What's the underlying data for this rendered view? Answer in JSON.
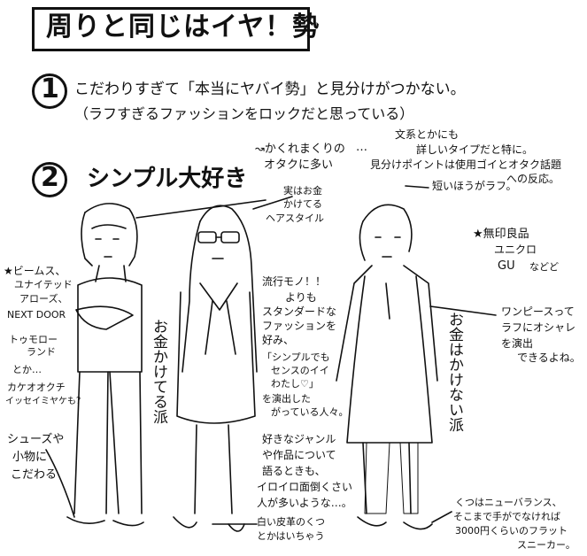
{
  "title": "周りと同じはイヤ！勢",
  "sections": [
    {
      "number": "1",
      "line1": "こだわりすぎて「本当にヤバイ勢」と見分けがつかない。",
      "line2": "（ラフすぎるファッションをロックだと思っている）"
    },
    {
      "number": "2",
      "heading": "シンプル大好き"
    }
  ],
  "notes": {
    "otaku_line1": "↝かくれまくりの",
    "otaku_line2": "オタクに多い",
    "otaku_ellipsis": "…",
    "bunkei_line1": "文系とかにも",
    "bunkei_line2": "詳しいタイプだと特に。",
    "bunkei_line3": "見分けポイントは使用ゴイとオタク話題",
    "bunkei_line4": "への反応。",
    "hair_line1": "実はお金",
    "hair_line2": "かけてる",
    "hair_line3": "ヘアスタイル",
    "short_hair": "短いほうがラフ。",
    "brands_left_star": "★ビームス、",
    "brands_left_2": "ユナイテッド",
    "brands_left_3": "アローズ、",
    "brands_left_4": "NEXT DOOR",
    "brands_left_5": "トゥモロー",
    "brands_left_6": "ランド",
    "brands_left_7": "とか…",
    "brands_left_8": "カケオオクチ",
    "brands_left_9": "イッセイミヤケも？",
    "brands_right_1": "★無印良品",
    "brands_right_2": "ユニクロ",
    "brands_right_3": "GU",
    "brands_right_4": "などど",
    "trend_1": "流行モノ！！",
    "trend_2": "よりも",
    "trend_3": "スタンダードな",
    "trend_4": "ファッションを",
    "trend_5": "好み、",
    "trend_6": "「シンプルでも",
    "trend_7": "センスのイイ",
    "trend_8": "わたし♡」",
    "trend_9": "を演出した",
    "trend_10": "がっている人々。",
    "money_vertical_left": "お金かけてる派",
    "money_vertical_right": "お金はかけない派",
    "genre_1": "好きなジャンル",
    "genre_2": "や作品について",
    "genre_3": "語るときも、",
    "genre_4": "イロイロ面倒くさい",
    "genre_5": "人が多いような…。",
    "shoes_left_1": "シューズや",
    "shoes_left_2": "小物に",
    "shoes_left_3": "こだわる",
    "onepiece_1": "ワンピースって",
    "onepiece_2": "ラフにオシャレ",
    "onepiece_3": "を演出",
    "onepiece_4": "できるよね。",
    "leather_1": "白い皮革のくつ",
    "leather_2": "とかはいちゃう",
    "newbalance_1": "くつはニューバランス、",
    "newbalance_2": "そこまで手がでなければ",
    "newbalance_3": "3000円くらいのフラット",
    "newbalance_4": "スニーカー。"
  },
  "colors": {
    "ink": "#111111",
    "paper": "#ffffff"
  }
}
